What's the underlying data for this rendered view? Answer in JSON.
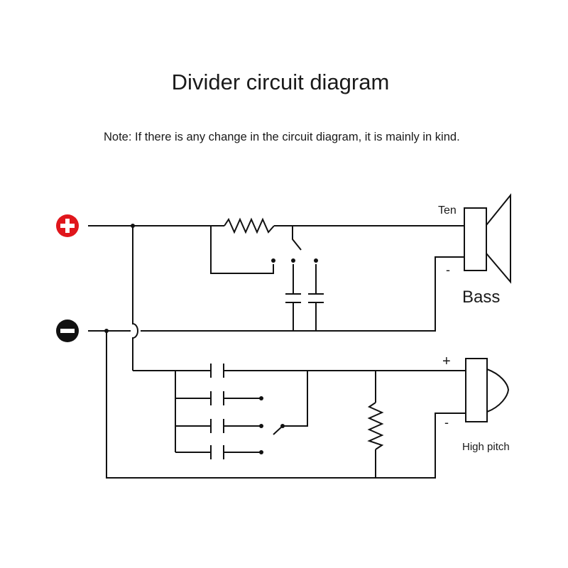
{
  "title": "Divider circuit diagram",
  "note": "Note: If there is any change in the circuit diagram, it is mainly in kind.",
  "terminals": {
    "positive": {
      "symbol": "+",
      "color": "#e0161c"
    },
    "negative": {
      "symbol": "−",
      "color": "#111111"
    }
  },
  "woofer": {
    "label": "Bass",
    "top_terminal_label": "Ten",
    "minus_label": "-"
  },
  "tweeter": {
    "label": "High pitch",
    "plus_label": "+",
    "minus_label": "-"
  },
  "colors": {
    "line": "#111111",
    "positive": "#e0161c",
    "negative": "#111111"
  }
}
